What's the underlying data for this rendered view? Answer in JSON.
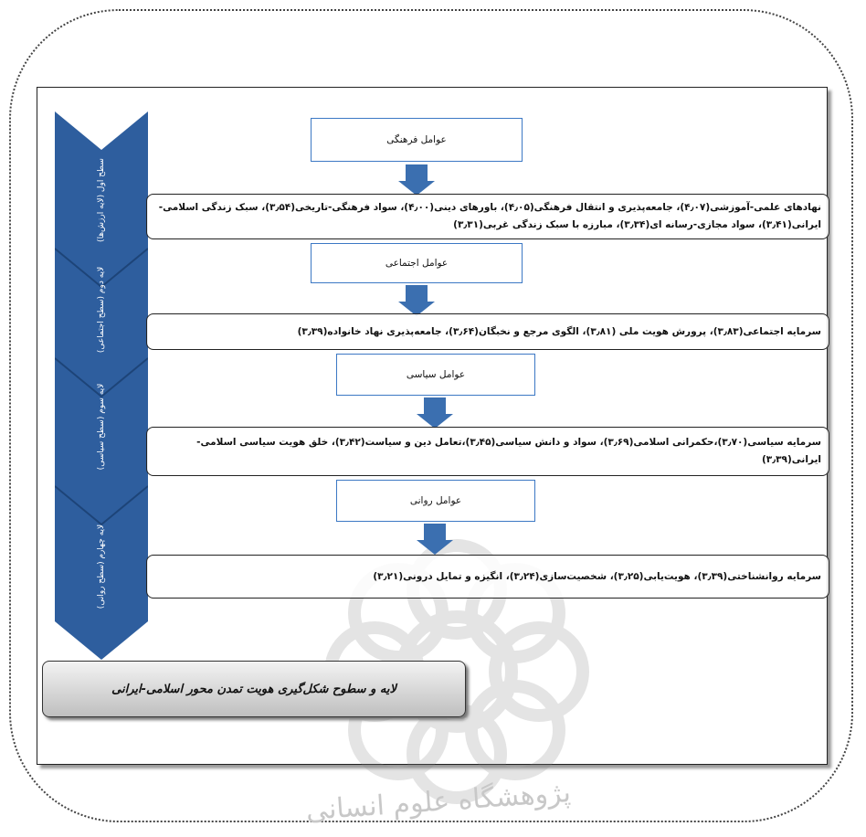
{
  "colors": {
    "chevron_fill": "#2e5e9e",
    "chevron_divider": "#1d4478",
    "factor_border": "#3c78c4",
    "arrow_fill": "#3b6fb0",
    "detail_border": "#222222"
  },
  "levels": [
    {
      "label": "سطح اول (لایه ارزش‌ها)",
      "factor": "عوامل فرهنگی",
      "details": "نهادهای علمی-آموزشی(۴٫۰۷)، جامعه‌پذیری و انتقال فرهنگی(۴٫۰۵)، باورهای دینی(۴٫۰۰)، سواد فرهنگی-تاریخی(۳٫۵۴)، سبک زندگی اسلامی-ایرانی(۳٫۴۱)، سواد مجازی-رسانه ای(۳٫۳۴)، مبارزه با سبک زندگی غربی(۳٫۳۱)"
    },
    {
      "label": "لایه دوم (سطح اجتماعی)",
      "factor": "عوامل اجتماعی",
      "details": "سرمایه اجتماعی(۳٫۸۳)، پرورش هویت ملی (۳٫۸۱)، الگوی مرجع و نخبگان(۳٫۶۴)، جامعه‌پذیری نهاد خانواده(۳٫۳۹)"
    },
    {
      "label": "لایه سوم (سطح سیاسی)",
      "factor": "عوامل سیاسی",
      "details": "سرمایه سیاسی(۳٫۷۰)،حکمرانی اسلامی(۳٫۶۹)، سواد و دانش سیاسی(۳٫۴۵)،تعامل دین و سیاست(۳٫۴۲)، خلق هویت سیاسی اسلامی-ایرانی(۳٫۳۹)"
    },
    {
      "label": "لایه چهارم (سطح روانی)",
      "factor": "عوامل روانی",
      "details": "سرمایه روانشناختی(۳٫۳۹)، هویت‌یابی(۳٫۲۵)، شخصیت‌سازی(۳٫۲۴)، انگیزه و تمایل درونی(۳٫۲۱)"
    }
  ],
  "footer_title": "لایه و سطوح شکل‌گیری هویت تمدن محور اسلامی-ایرانی",
  "watermark_text": "پژوهشگاه علوم انسانی"
}
